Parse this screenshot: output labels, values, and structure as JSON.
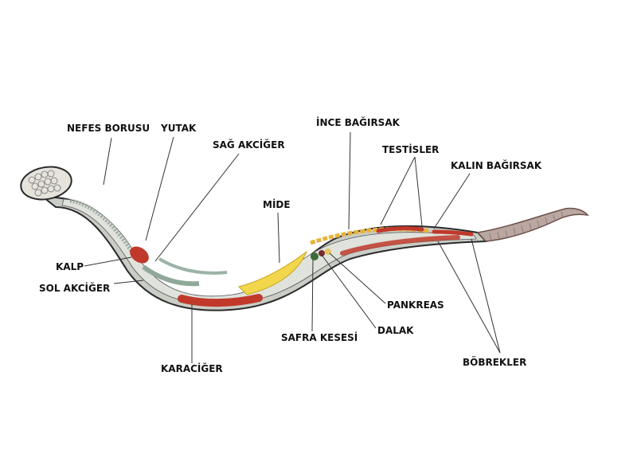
{
  "labels": {
    "nefes_borusu": "NEFES BORUSU",
    "yutak": "YUTAK",
    "sag_akciger": "SAĞ AKCİĞER",
    "ince_bagirsak": "İNCE BAĞIRSAK",
    "testisler": "TESTİSLER",
    "kalin_bagirsak": "KALIN BAĞIRSAK",
    "mide": "MİDE",
    "kalp": "KALP",
    "sol_akciger": "SOL AKCİĞER",
    "pankreas": "PANKREAS",
    "dalak": "DALAK",
    "safra_kesesi": "SAFRA KESESİ",
    "bobrekler": "BÖBREKLER",
    "karaciger": "KARACİĞER"
  },
  "colors": {
    "body_outline": "#2a2a2a",
    "body_fill": "#c9cdc6",
    "inner_fill": "#dfe3dc",
    "organ_red": "#c0392b",
    "organ_yellow": "#f2d64b",
    "tail": "#8c6f6a"
  }
}
